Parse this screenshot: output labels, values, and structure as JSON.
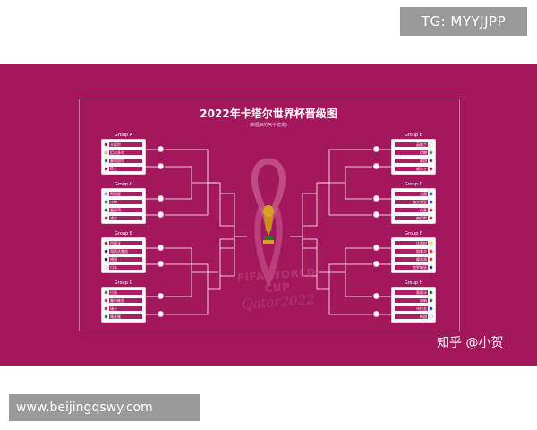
{
  "top_badge": "TG: MYYJJPP",
  "poster": {
    "title": "2022年卡塔尔世界杯晋级图",
    "subtitle": "(制图8的气个龙龙)",
    "groups": {
      "A": {
        "label": "Group A",
        "teams": [
          "卡塔尔",
          "厄瓜多尔",
          "塞内加尔",
          "荷兰"
        ]
      },
      "B": {
        "label": "Group B",
        "teams": [
          "英格兰",
          "伊朗",
          "美国",
          "威尔士"
        ]
      },
      "C": {
        "label": "Group C",
        "teams": [
          "阿根廷",
          "沙特",
          "墨西哥",
          "波兰"
        ]
      },
      "D": {
        "label": "Group D",
        "teams": [
          "法国",
          "澳大利亚",
          "丹麦",
          "突尼斯"
        ]
      },
      "E": {
        "label": "Group E",
        "teams": [
          "西班牙",
          "哥斯达黎加",
          "德国",
          "日本"
        ]
      },
      "F": {
        "label": "Group F",
        "teams": [
          "比利时",
          "加拿大",
          "摩洛哥",
          "克罗地亚"
        ]
      },
      "G": {
        "label": "Group G",
        "teams": [
          "巴西",
          "塞尔维亚",
          "瑞士",
          "喀麦隆"
        ]
      },
      "H": {
        "label": "Group H",
        "teams": [
          "葡萄牙",
          "加纳",
          "乌拉圭",
          "韩国"
        ]
      }
    },
    "watermark": {
      "line1": "FIFA WORLD CUP",
      "line2": "Qatar2022"
    }
  },
  "zhihu_credit": "知乎 @小贺",
  "bottom_url": "www.beijingqswy.com",
  "colors": {
    "background": "#a3185c",
    "badge": "#9a9a9a",
    "line": "#ffffff"
  }
}
